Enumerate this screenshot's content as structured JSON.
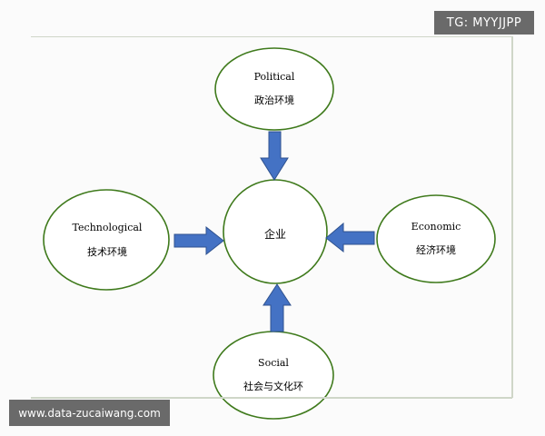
{
  "diagram": {
    "center": {
      "label": "企业"
    },
    "nodes": [
      {
        "id": "political",
        "en": "Political",
        "zh": "政治环境"
      },
      {
        "id": "technological",
        "en": "Technological",
        "zh": "技术环境"
      },
      {
        "id": "economic",
        "en": "Economic",
        "zh": "经济环境"
      },
      {
        "id": "social",
        "en": "Social",
        "zh": "社会与文化环"
      }
    ],
    "colors": {
      "ellipse_stroke": "#3f7a1c",
      "arrow_fill": "#4472c4",
      "arrow_stroke": "#2f528f"
    }
  },
  "overlays": {
    "top_badge": "TG: MYYJJPP",
    "bottom_badge": "www.data-zucaiwang.com"
  }
}
